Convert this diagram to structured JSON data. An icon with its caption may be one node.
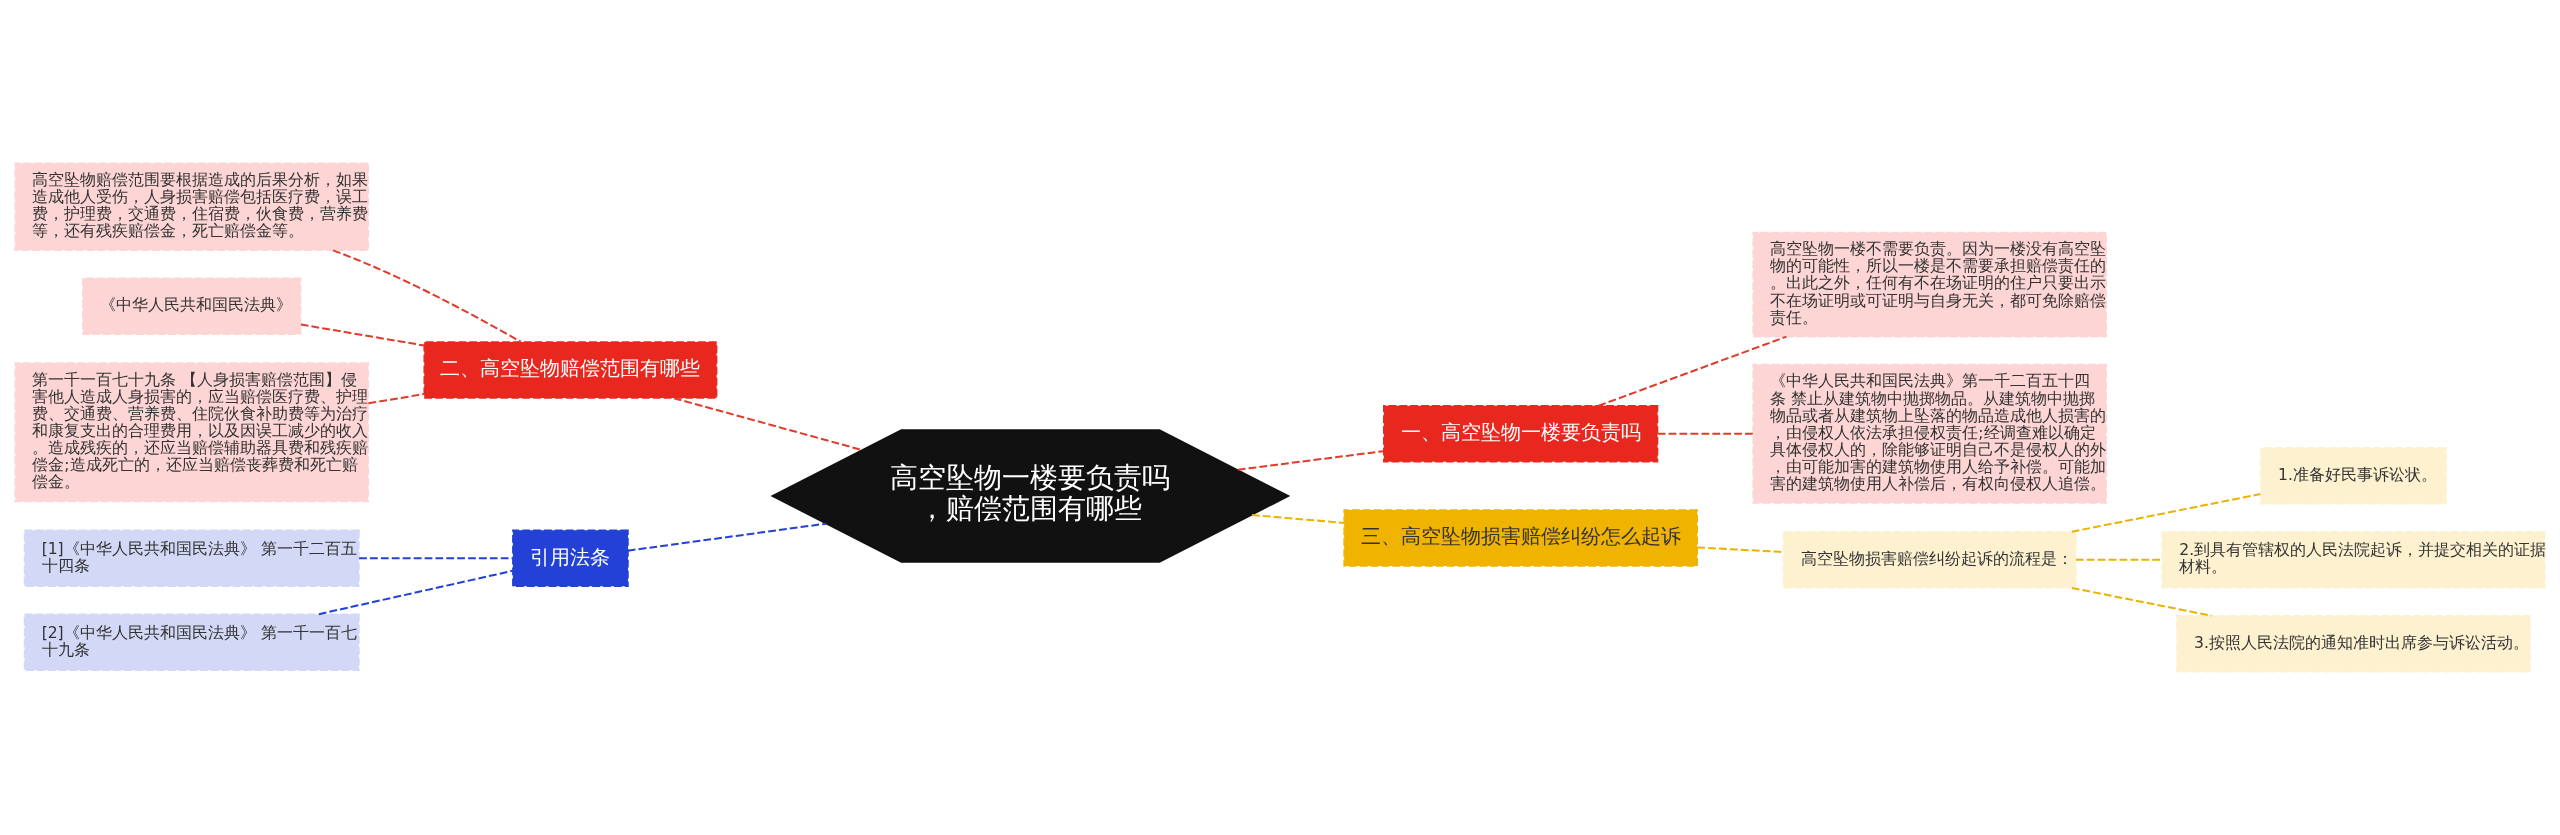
{
  "diagram": {
    "nodes": [
      {
        "text": [
          "高空坠物一楼要负责吗，赔偿范围有哪些"
        ]
      },
      {
        "text": [
          "一、高空坠物一楼要负责吗"
        ]
      },
      {
        "text": [
          "高空坠物一楼不需要负责。因为一楼没有高空坠物的可能性，所以一楼是不需要承担赔偿责任的。出此之外，任何有不在场证明的住户只要出示不在场证明或可证明与自身无关，都可免除赔偿责任。"
        ]
      },
      {
        "text": [
          "《中华人民共和国民法典》第一千二百五十四条 禁止从建筑物中抛掷物品。从建筑物中抛掷物品或者从建筑物上坠落的物品造成他人损害的，由侵权人依法承担侵权责任;经调查难以确定具体侵权人的，除能够证明自己不是侵权人的外，由可能加害的建筑物使用人给予补偿。可能加害的建筑物使用人补偿后，有权向侵权人追偿。"
        ]
      },
      {
        "text": [
          "二、高空坠物赔偿范围有哪些"
        ]
      },
      {
        "text": [
          "高空坠物赔偿范围要根据造成的后果分析，如果造成他人受伤，人身损害赔偿包括医疗费，误工费，护理费，交通费，住宿费，伙食费，营养费等，还有残疾赔偿金，死亡赔偿金等。"
        ]
      },
      {
        "text": [
          "《中华人民共和国民法典》"
        ]
      },
      {
        "text": [
          "第一千一百七十九条 【人身损害赔偿范围】侵害他人造成人身损害的，应当赔偿医疗费、护理费、交通费、营养费、住院伙食补助费等为治疗和康复支出的合理费用，以及因误工减少的收入。造成残疾的，还应当赔偿辅助器具费和残疾赔偿金;造成死亡的，还应当赔偿丧葬费和死亡赔偿金。"
        ]
      },
      {
        "text": [
          "三、高空坠物损害赔偿纠纷怎么起诉"
        ]
      },
      {
        "text": [
          "高空坠物损害赔偿纠纷起诉的流程是："
        ]
      },
      {
        "text": [
          "1.准备好民事诉讼状。"
        ]
      },
      {
        "text": [
          "2.到具有管辖权的人民法院起诉，并提交相关的证据材料。"
        ]
      },
      {
        "text": [
          "3.按照人民法院的通知准时出席参与诉讼活动。"
        ]
      },
      {
        "text": [
          "引用法条"
        ]
      },
      {
        "text": [
          "[1]《中华人民共和国民法典》 第一千二百五十四条"
        ]
      },
      {
        "text": [
          "[2]《中华人民共和国民法典》 第一千一百七十九条"
        ]
      }
    ],
    "edges": [
      {
        "from": 0,
        "to": 1,
        "arrow": "none",
        "style": "dashed"
      },
      {
        "from": 1,
        "to": 2,
        "arrow": "none",
        "style": "dashed"
      },
      {
        "from": 1,
        "to": 3,
        "arrow": "none",
        "style": "dashed"
      },
      {
        "from": 0,
        "to": 4,
        "arrow": "none",
        "style": "dashed"
      },
      {
        "from": 4,
        "to": 5,
        "arrow": "none",
        "style": "dashed"
      },
      {
        "from": 4,
        "to": 6,
        "arrow": "none",
        "style": "dashed"
      },
      {
        "from": 4,
        "to": 7,
        "arrow": "none",
        "style": "dashed"
      },
      {
        "from": 0,
        "to": 8,
        "arrow": "none",
        "style": "dashed",
        "color": "#e8b400"
      },
      {
        "from": 8,
        "to": 9,
        "arrow": "none",
        "style": "dashed",
        "color": "#e8b400"
      },
      {
        "from": 9,
        "to": 10,
        "arrow": "none",
        "style": "dashed",
        "color": "#e8b400"
      },
      {
        "from": 9,
        "to": 11,
        "arrow": "none",
        "style": "dashed",
        "color": "#e8b400"
      },
      {
        "from": 9,
        "to": 12,
        "arrow": "none",
        "style": "dashed",
        "color": "#e8b400"
      },
      {
        "from": 0,
        "to": 13,
        "arrow": "none",
        "style": "dashed",
        "color": "#2341d6"
      },
      {
        "from": 13,
        "to": 14,
        "arrow": "none",
        "style": "dashed",
        "color": "#2341d6"
      },
      {
        "from": 13,
        "to": 15,
        "arrow": "none",
        "style": "dashed",
        "color": "#2341d6"
      }
    ]
  }
}
